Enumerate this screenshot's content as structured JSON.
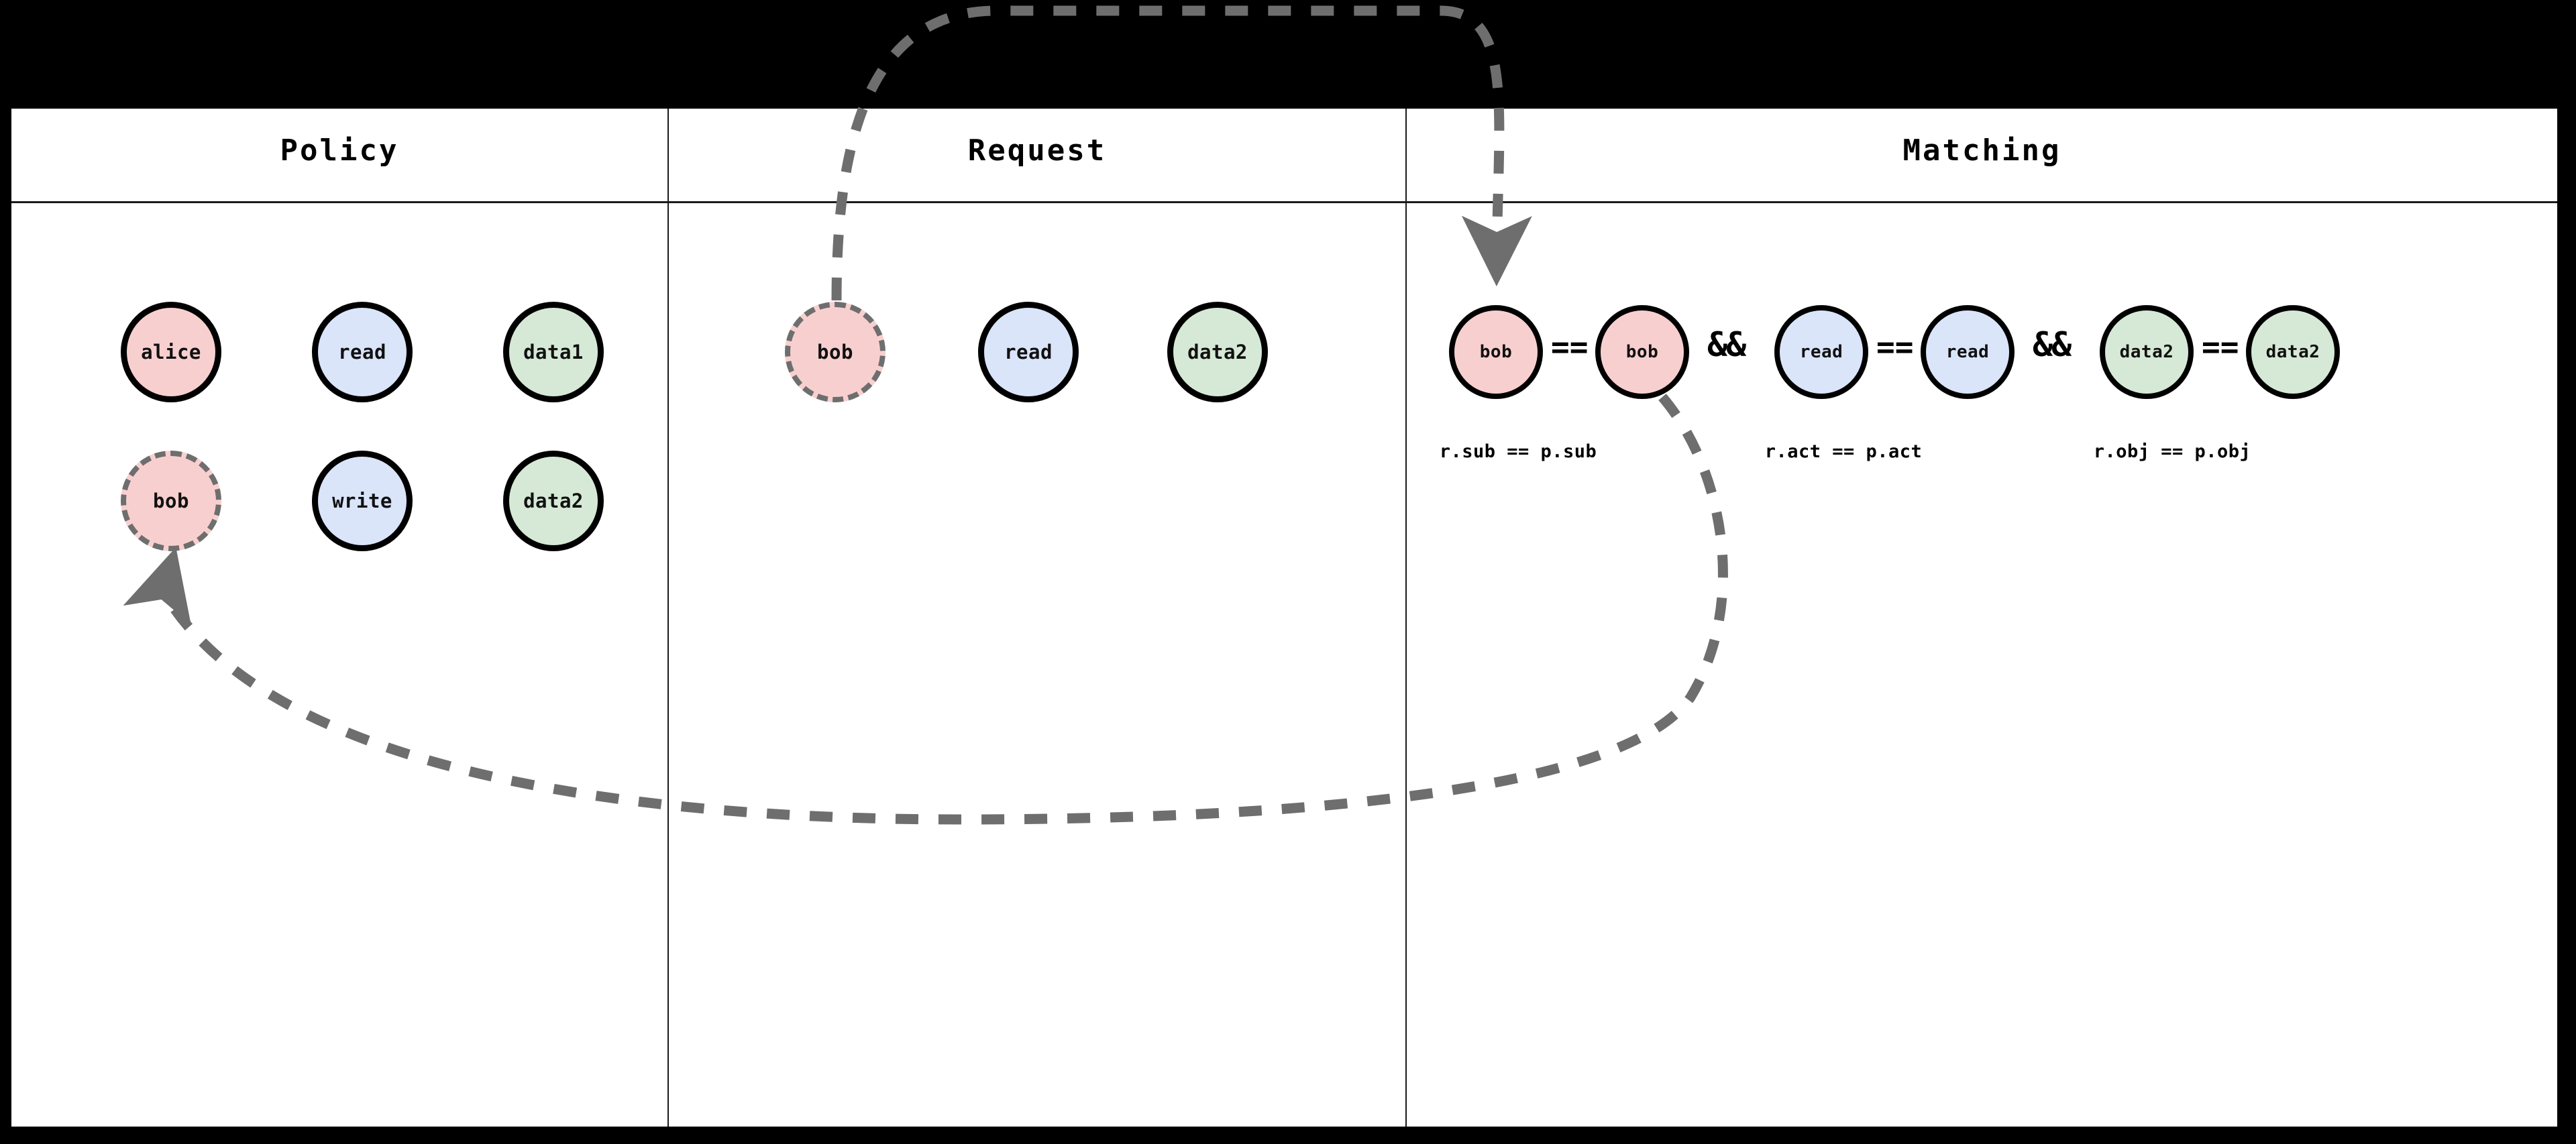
{
  "diagram": {
    "title_font_color": "#000000",
    "columns": [
      {
        "name": "policy",
        "label": "Policy"
      },
      {
        "name": "request",
        "label": "Request"
      },
      {
        "name": "matching",
        "label": "Matching"
      }
    ],
    "colors": {
      "subject_pink": "#f8cfcf",
      "action_blue": "#dae5fa",
      "object_green": "#d6e9d6",
      "node_border": "#000000",
      "highlight_dashed": "#6e6e6e",
      "panel_background": "#ffffff",
      "canvas_background": "#000000",
      "divider": "#1a1a1a"
    },
    "policy": {
      "rows": [
        {
          "sub": "alice",
          "act": "read",
          "obj": "data1"
        },
        {
          "sub": "bob",
          "act": "write",
          "obj": "data2"
        }
      ],
      "highlighted_node": "bob"
    },
    "request": {
      "sub": "bob",
      "act": "read",
      "obj": "data2",
      "highlighted_node": "bob"
    },
    "matching": {
      "groups": [
        {
          "left": "bob",
          "op": "==",
          "right": "bob",
          "caption": "r.sub == p.sub",
          "color": "pink",
          "joiner": "&&"
        },
        {
          "left": "read",
          "op": "==",
          "right": "read",
          "caption": "r.act == p.act",
          "color": "blue",
          "joiner": "&&"
        },
        {
          "left": "data2",
          "op": "==",
          "right": "data2",
          "caption": "r.obj == p.obj",
          "color": "green",
          "joiner": ""
        }
      ]
    },
    "edges": [
      {
        "name": "request-sub-to-matching-left",
        "from": "request.bob",
        "to": "matching.bob.left",
        "style": "dashed",
        "color": "#6e6e6e"
      },
      {
        "name": "matching-right-to-policy-sub",
        "from": "matching.bob.right",
        "to": "policy.bob",
        "style": "dashed",
        "color": "#6e6e6e"
      }
    ]
  }
}
